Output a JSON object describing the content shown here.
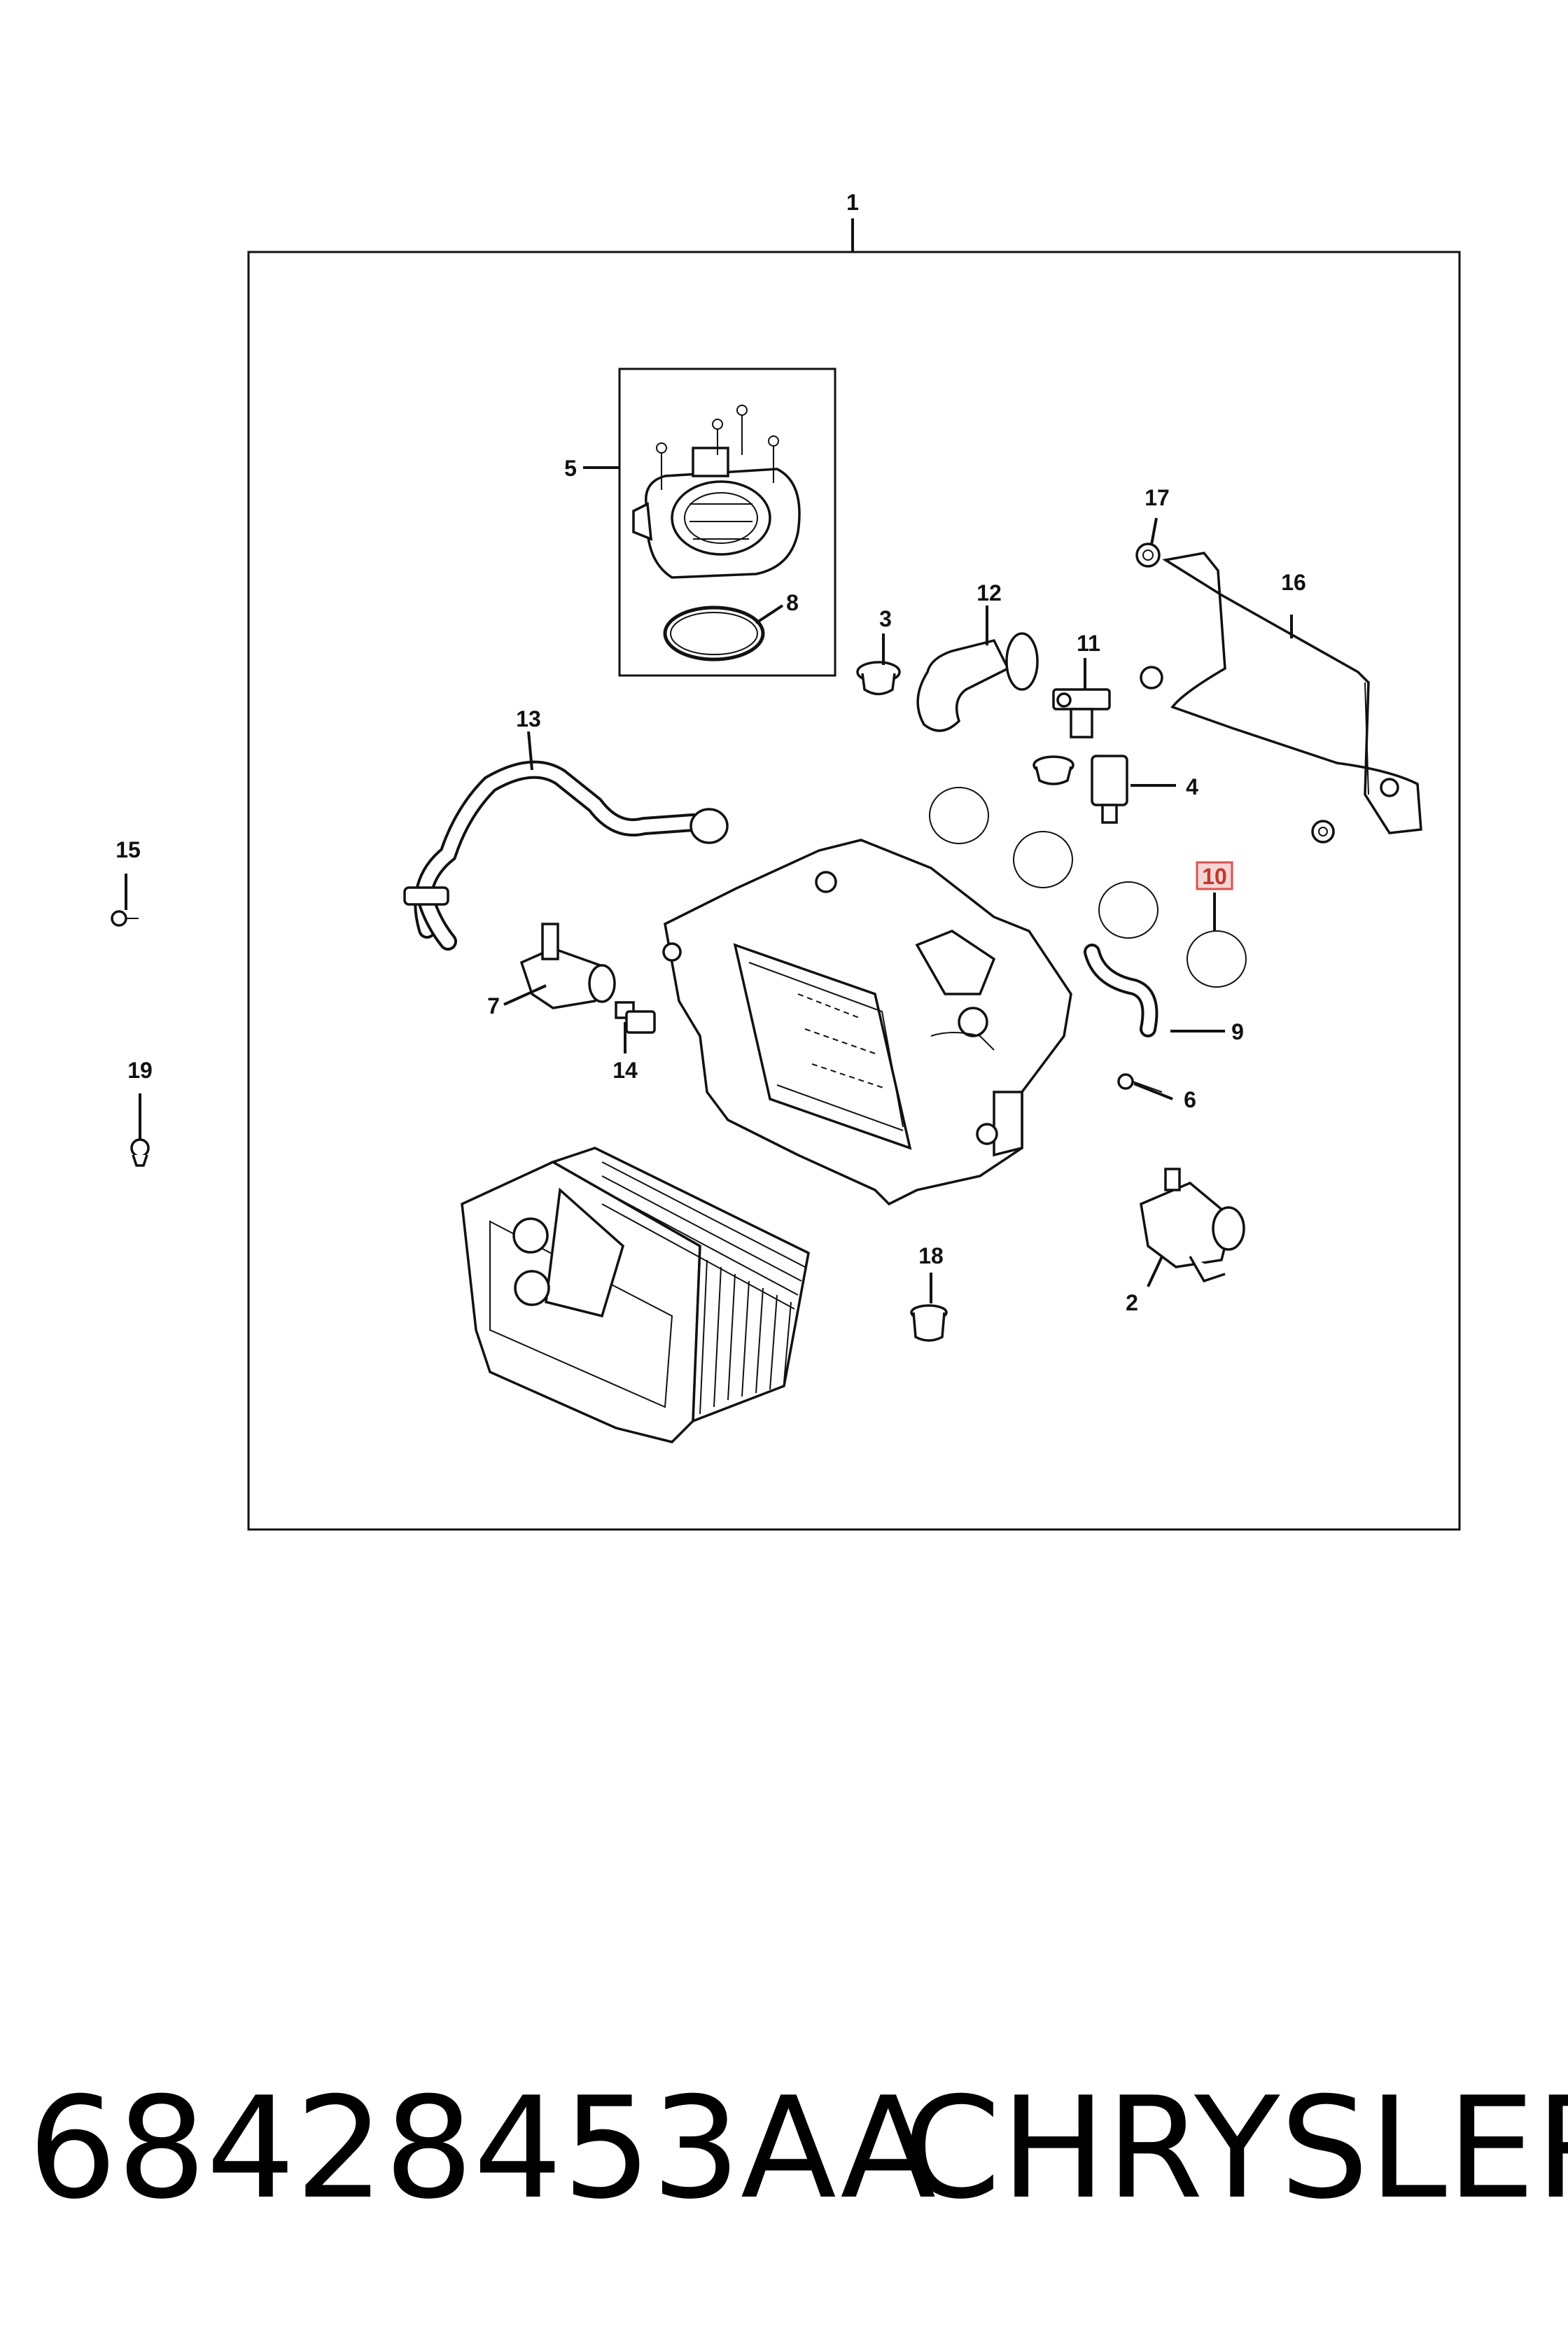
{
  "callouts": {
    "c1": "1",
    "c2": "2",
    "c3": "3",
    "c4": "4",
    "c5": "5",
    "c6": "6",
    "c7": "7",
    "c8": "8",
    "c9": "9",
    "c10": "10",
    "c11": "11",
    "c12": "12",
    "c13": "13",
    "c14": "14",
    "c15": "15",
    "c16": "16",
    "c17": "17",
    "c18": "18",
    "c19": "19"
  },
  "highlighted_callout": "10",
  "footer": {
    "part_number": "68428453AA",
    "brand": "CHRYSLER"
  }
}
